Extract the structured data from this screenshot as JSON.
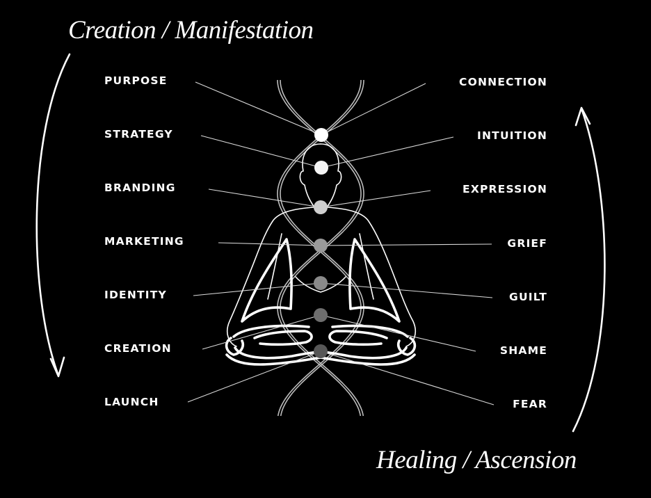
{
  "captions": {
    "top_left": "Creation / Manifestation",
    "bottom_right": "Healing / Ascension"
  },
  "left_labels": [
    "PURPOSE",
    "STRATEGY",
    "BRANDING",
    "MARKETING",
    "IDENTITY",
    "CREATION",
    "LAUNCH"
  ],
  "right_labels": [
    "CONNECTION",
    "INTUITION",
    "EXPRESSION",
    "GRIEF",
    "GUILT",
    "SHAME",
    "FEAR"
  ],
  "chakra_colors": [
    "#ffffff",
    "#f4f4f4",
    "#cfcfcf",
    "#9a9a9a",
    "#8a8a8a",
    "#6e6e6e",
    "#575757"
  ],
  "colors": {
    "background": "#000000",
    "foreground": "#ffffff"
  }
}
